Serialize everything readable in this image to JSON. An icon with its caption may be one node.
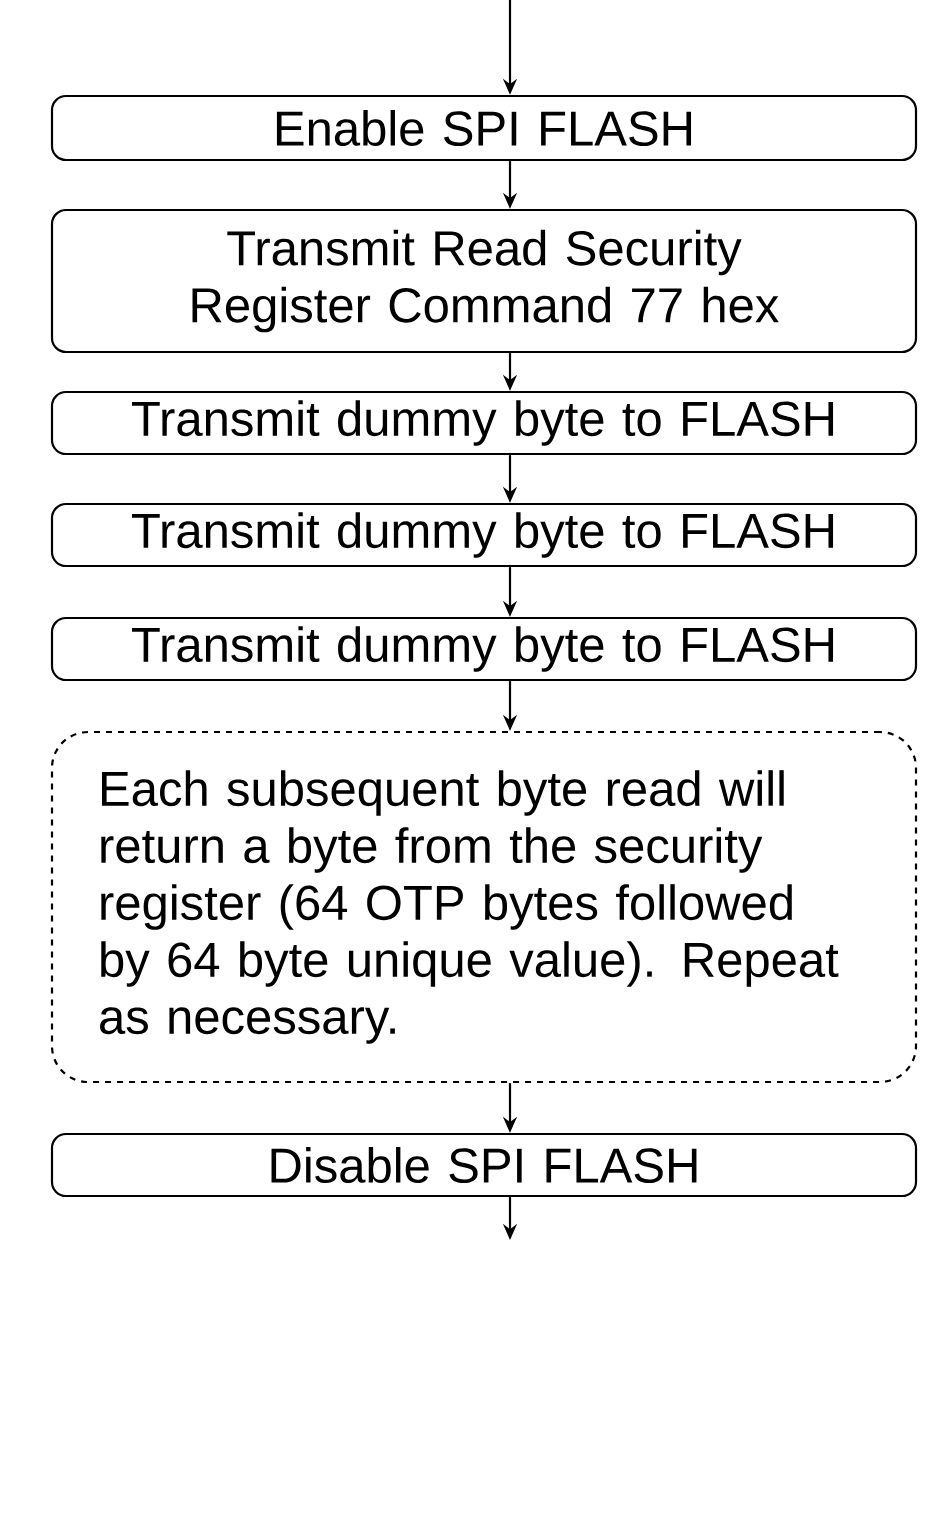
{
  "diagram": {
    "nodes": [
      {
        "text": [
          "Enable SPI FLASH"
        ]
      },
      {
        "text": [
          "Transmit Read Security Register Command 77 hex"
        ]
      },
      {
        "text": [
          "Transmit dummy byte to FLASH"
        ]
      },
      {
        "text": [
          "Transmit dummy byte to FLASH"
        ]
      },
      {
        "text": [
          "Transmit dummy byte to FLASH"
        ]
      },
      {
        "text": [
          "Each subsequent byte read will return a byte from the security register (64 OTP bytes followed by 64 byte unique value). Repeat as necessary."
        ]
      },
      {
        "text": [
          "Disable SPI FLASH"
        ]
      }
    ],
    "edges": [
      {
        "from": null,
        "to": 0,
        "arrow": "to"
      },
      {
        "from": 0,
        "to": 1,
        "arrow": "to"
      },
      {
        "from": 1,
        "to": 2,
        "arrow": "to"
      },
      {
        "from": 2,
        "to": 3,
        "arrow": "to"
      },
      {
        "from": 3,
        "to": 4,
        "arrow": "to"
      },
      {
        "from": 4,
        "to": 5,
        "arrow": "to"
      },
      {
        "from": 5,
        "to": 6,
        "arrow": "to"
      },
      {
        "from": 6,
        "to": null,
        "arrow": "to"
      }
    ]
  }
}
